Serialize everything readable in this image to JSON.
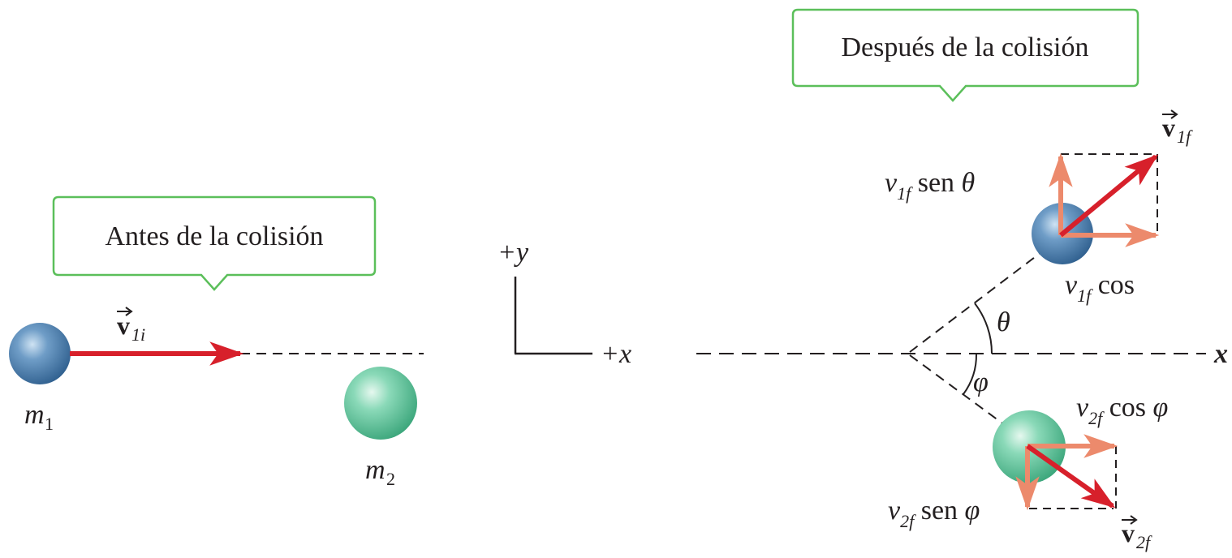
{
  "callouts": {
    "before": "Antes de la colisión",
    "after": "Después de la colisión"
  },
  "before": {
    "m1_label": "m",
    "m1_sub": "1",
    "m2_label": "m",
    "m2_sub": "2",
    "v1i_label": "v",
    "v1i_sub": "1i"
  },
  "axes": {
    "y_label": "+y",
    "x_label": "+x"
  },
  "after": {
    "x_axis_label": "x",
    "theta": "θ",
    "phi": "φ",
    "v1f": {
      "label": "v",
      "sub": "1f"
    },
    "v2f": {
      "label": "v",
      "sub": "2f"
    },
    "v1f_sin": {
      "v": "v",
      "sub": "1f",
      "text": " sen ",
      "angle": "θ"
    },
    "v1f_cos": {
      "v": "v",
      "sub": "1f",
      "text": " cos"
    },
    "v2f_cos": {
      "v": "v",
      "sub": "2f",
      "text": " cos ",
      "angle": "φ"
    },
    "v2f_sin": {
      "v": "v",
      "sub": "2f",
      "text": " sen ",
      "angle": "φ"
    }
  },
  "colors": {
    "velocity_arrow": "#d7202b",
    "component_arrow": "#ec8a6c",
    "callout_border": "#5bbf5a",
    "ball_blue": "#4a7fb0",
    "ball_green": "#5cc39a",
    "dashed": "#231f20"
  }
}
